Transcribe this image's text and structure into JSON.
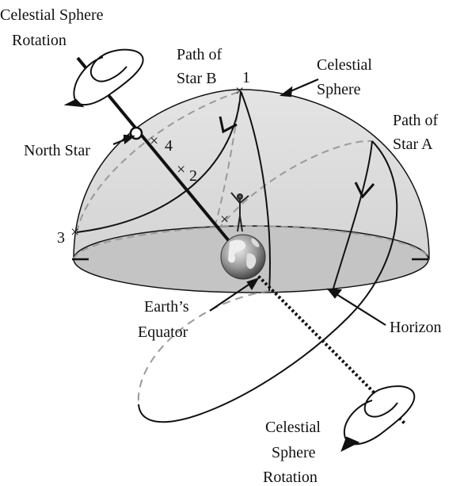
{
  "labels": {
    "celestial_sphere_rotation_top": [
      "Celestial Sphere",
      "Rotation"
    ],
    "path_of_star_b": [
      "Path of",
      "Star B"
    ],
    "point_1": "1",
    "celestial_sphere": [
      "Celestial",
      "Sphere"
    ],
    "path_of_star_a": [
      "Path of",
      "Star A"
    ],
    "north_star": "North Star",
    "point_4": "4",
    "point_2": "2",
    "point_3": "3",
    "earths_equator": [
      "Earth’s",
      "Equator"
    ],
    "horizon": "Horizon",
    "celestial_sphere_rotation_bottom": [
      "Celestial",
      "Sphere",
      "Rotation"
    ]
  },
  "colors": {
    "dome_fill": "#dddddd",
    "horizon_fill": "#c4c4c4",
    "line": "#111111",
    "dashed": "#9a9a9a",
    "earth_ocean": "#8a8a8a",
    "earth_land": "#e6e6e6"
  }
}
